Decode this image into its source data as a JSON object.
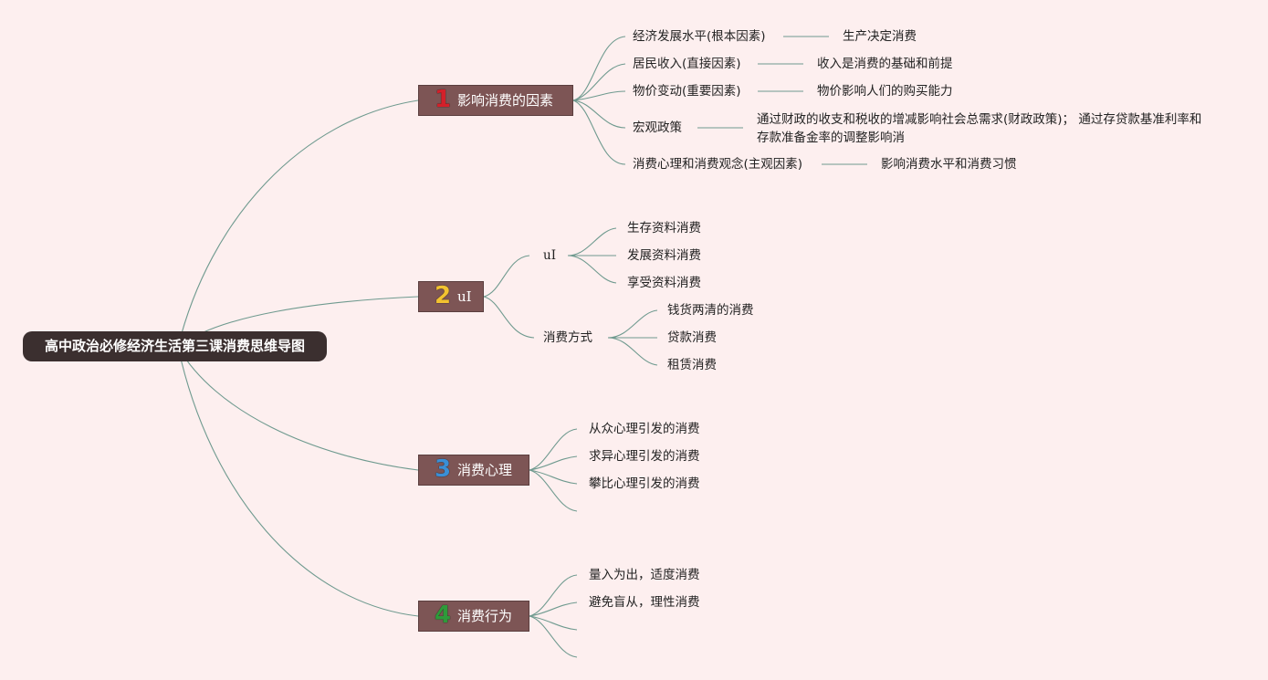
{
  "root": {
    "label": "高中政治必修经济生活第三课消费思维导图"
  },
  "branches": [
    {
      "number": "1",
      "label": "影响消费的因素",
      "number_color": "#d4202a",
      "items": [
        {
          "label": "经济发展水平(根本因素)",
          "detail": "生产决定消费"
        },
        {
          "label": "居民收入(直接因素)",
          "detail": "收入是消费的基础和前提"
        },
        {
          "label": "物价变动(重要因素)",
          "detail": "物价影响人们的购买能力"
        },
        {
          "label": "宏观政策",
          "detail": "通过财政的收支和税收的增减影响社会总需求(财政政策)； 通过存贷款基准利率和存款准备金率的调整影响消"
        },
        {
          "label": "消费心理和消费观念(主观因素)",
          "detail": "影响消费水平和消费习惯"
        }
      ]
    },
    {
      "number": "2",
      "label": "uI",
      "number_color": "#f2c230",
      "items": [
        {
          "label": "uI",
          "children": [
            "生存资料消费",
            "发展资料消费",
            "享受资料消费"
          ]
        },
        {
          "label": "消费方式",
          "children": [
            "钱货两清的消费",
            "贷款消费",
            "租赁消费"
          ]
        }
      ]
    },
    {
      "number": "3",
      "label": "消费心理",
      "number_color": "#3a8fd6",
      "items": [
        "从众心理引发的消费",
        "求异心理引发的消费",
        "攀比心理引发的消费",
        ""
      ]
    },
    {
      "number": "4",
      "label": "消费行为",
      "number_color": "#2e9a3a",
      "items": [
        "量入为出，适度消费",
        "避免盲从，理性消费",
        "",
        ""
      ]
    }
  ],
  "colors": {
    "background": "#fdefef",
    "root": "#3b2f2f",
    "branch": "#7d5555",
    "line": "#6f9a8f"
  }
}
